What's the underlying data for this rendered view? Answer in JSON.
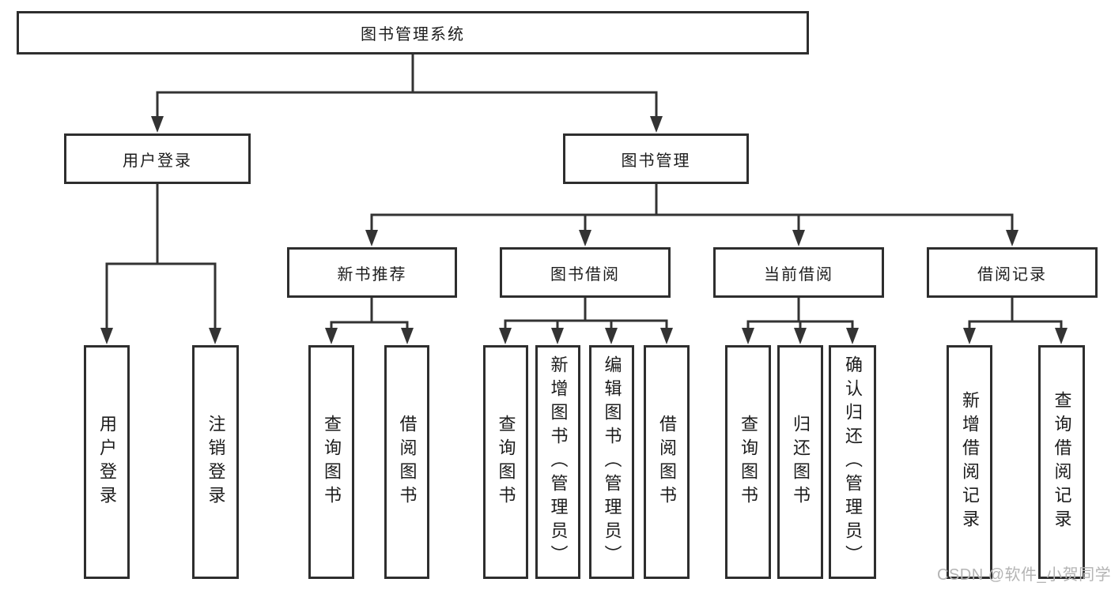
{
  "diagram_title": "图书管理系统",
  "tree": {
    "label": "图书管理系统",
    "children": [
      {
        "label": "用户登录",
        "children": [
          {
            "label": "用户登录"
          },
          {
            "label": "注销登录"
          }
        ]
      },
      {
        "label": "图书管理",
        "children": [
          {
            "label": "新书推荐",
            "children": [
              {
                "label": "查询图书"
              },
              {
                "label": "借阅图书"
              }
            ]
          },
          {
            "label": "图书借阅",
            "children": [
              {
                "label": "查询图书"
              },
              {
                "label": "新增图书（管理员）"
              },
              {
                "label": "编辑图书（管理员）"
              },
              {
                "label": "借阅图书"
              }
            ]
          },
          {
            "label": "当前借阅",
            "children": [
              {
                "label": "查询图书"
              },
              {
                "label": "归还图书"
              },
              {
                "label": "确认归还（管理员）"
              }
            ]
          },
          {
            "label": "借阅记录",
            "children": [
              {
                "label": "新增借阅记录"
              },
              {
                "label": "查询借阅记录"
              }
            ]
          }
        ]
      }
    ]
  },
  "watermark": "CSDN @软件_小贺同学",
  "colors": {
    "line": "#333333",
    "box_border": "#2e2e2e",
    "text": "#1c1c1c",
    "watermark": "#b4b4b4",
    "background": "#ffffff"
  }
}
